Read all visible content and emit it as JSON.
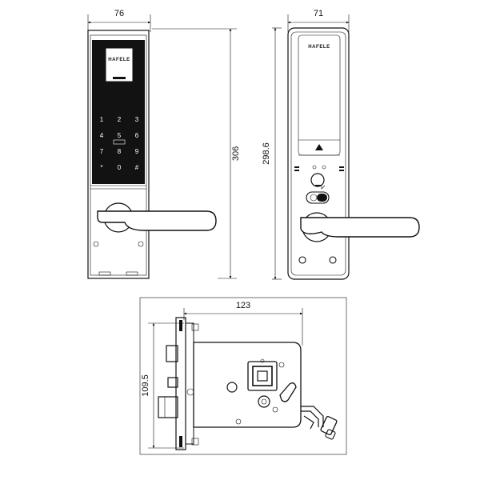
{
  "front_view": {
    "width_label": "76",
    "height_label": "306",
    "brand": "HAFELE",
    "keypad": [
      "1",
      "2",
      "3",
      "4",
      "5",
      "6",
      "7",
      "8",
      "9",
      "*",
      "0",
      "#"
    ]
  },
  "side_view": {
    "width_label": "71",
    "height_label": "298.6",
    "brand": "HAFELE"
  },
  "mortise": {
    "width_label": "123",
    "height_label": "109.5"
  }
}
